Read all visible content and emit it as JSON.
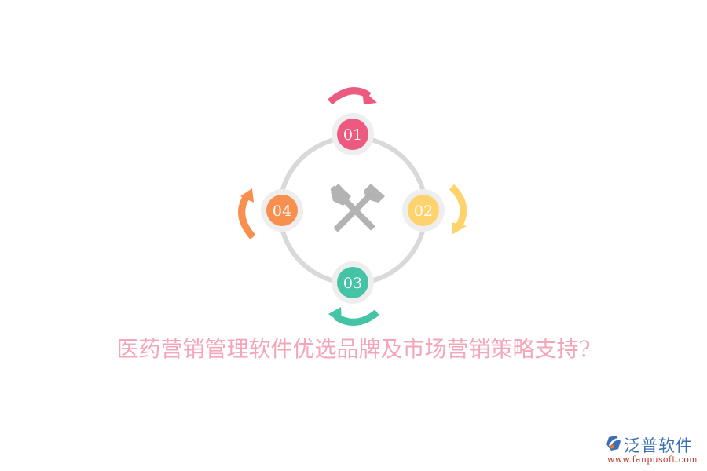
{
  "title": "医药营销管理软件优选品牌及市场营销策略支持?",
  "center_icon": "hammer-crossed-icon",
  "colors": {
    "ring": "#d9d9d9",
    "node_halo": "#eeeeef",
    "step1": "#ec5a7f",
    "step2": "#fed36e",
    "step3": "#45c3a5",
    "step4": "#f7904f",
    "icon": "#b3b3b3",
    "title": "#f3a6b8"
  },
  "steps": [
    {
      "label": "01",
      "color": "#ec5a7f",
      "position": "top"
    },
    {
      "label": "02",
      "color": "#fed36e",
      "position": "right"
    },
    {
      "label": "03",
      "color": "#45c3a5",
      "position": "bottom"
    },
    {
      "label": "04",
      "color": "#f7904f",
      "position": "left"
    }
  ],
  "logo": {
    "name": "泛普软件",
    "url": "www.fanpusoft.com"
  }
}
